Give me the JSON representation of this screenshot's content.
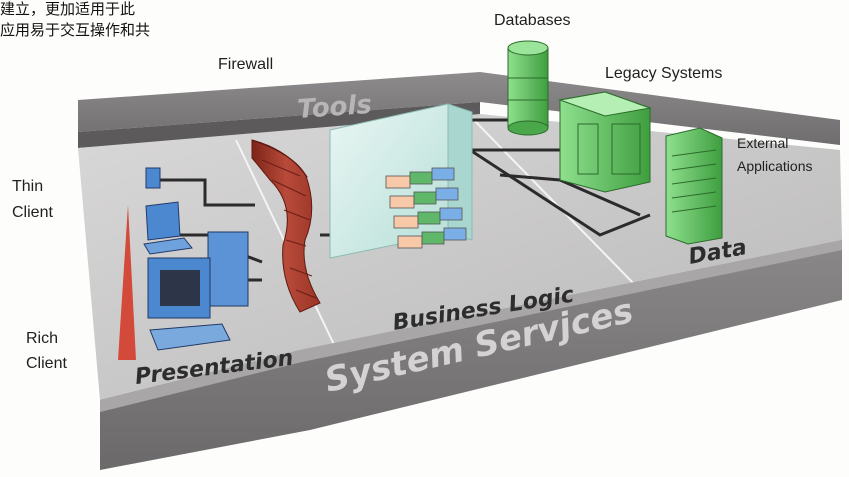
{
  "header_text": [
    "建立，更加适用于此",
    "应用易于交互操作和共"
  ],
  "labels": {
    "databases": "Databases",
    "firewall": "Firewall",
    "legacy_systems": "Legacy Systems",
    "external_applications": [
      "External",
      "Applications"
    ],
    "thin_client": [
      "Thin",
      "Client"
    ],
    "rich_client": [
      "Rich",
      "Client"
    ]
  },
  "platform": {
    "tools": "Tools",
    "presentation": "Presentation",
    "business_logic": "Business Logic",
    "data": "Data",
    "system_services": "System Servjces"
  },
  "colors": {
    "platform_gray": "#9a9899",
    "rail_dark": "#6c6a6b",
    "firewall_red": "#b84a3a",
    "server_green": "#5bbf5a",
    "client_blue": "#4c88d0",
    "cube_tint": "#cfe9e6"
  }
}
